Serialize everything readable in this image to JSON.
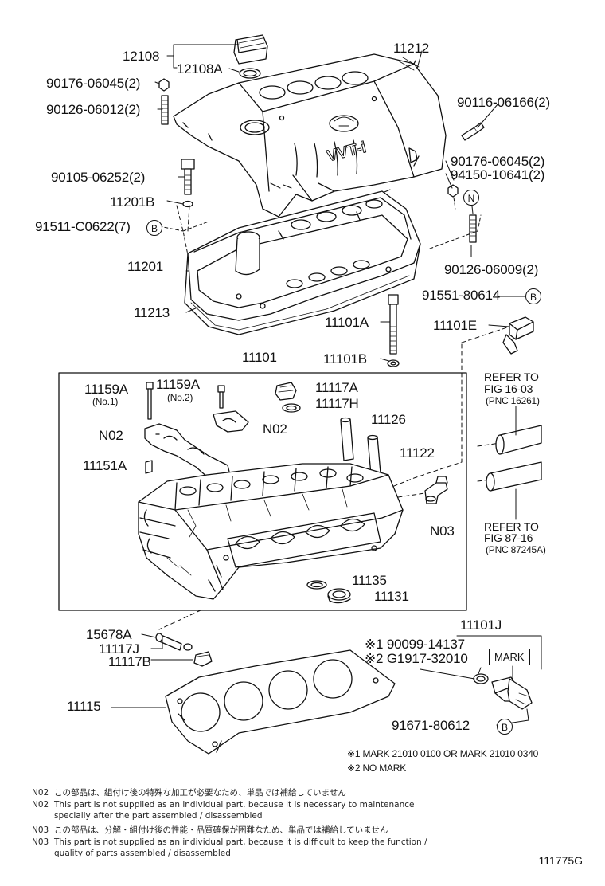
{
  "diagram": {
    "number": "111775G",
    "labels": {
      "p12108": "12108",
      "p12108A": "12108A",
      "p11212": "11212",
      "p90176a": "90176-06045(2)",
      "p90126a": "90126-06012(2)",
      "p90116": "90116-06166(2)",
      "p90176b": "90176-06045(2)",
      "p94150": "94150-10641(2)",
      "p90105": "90105-06252(2)",
      "p11201B": "11201B",
      "p91511": "91511-C0622(7)",
      "p90126b": "90126-06009(2)",
      "p11201": "11201",
      "p91551": "91551-80614",
      "p11213": "11213",
      "p11101A": "11101A",
      "p11101E": "11101E",
      "p11101B": "11101B",
      "p11101": "11101",
      "p11159A1": "11159A",
      "p11159A2": "11159A",
      "no1": "(No.1)",
      "no2": "(No.2)",
      "p11117A": "11117A",
      "p11117H": "11117H",
      "p11126": "11126",
      "n02a": "N02",
      "n02b": "N02",
      "p11151A": "11151A",
      "p11122": "11122",
      "n03": "N03",
      "p11135": "11135",
      "p11131": "11131",
      "p11101J": "11101J",
      "p15678A": "15678A",
      "p11117J": "11117J",
      "p11117B": "11117B",
      "p90099": "※1 90099-14137",
      "pG1917": "※2 G1917-32010",
      "mark": "MARK",
      "p11115": "11115",
      "p91671": "91671-80612",
      "fn1": "※1 MARK 21010 0100 OR MARK 21010 0340",
      "fn2": "※2 NO MARK"
    },
    "circles": {
      "b1": "B",
      "n": "N",
      "b2": "B",
      "b3": "B"
    },
    "refers": {
      "r1_line1": "REFER TO",
      "r1_line2": "FIG 16-03",
      "r1_line3": "(PNC 16261)",
      "r2_line1": "REFER TO",
      "r2_line2": "FIG 87-16",
      "r2_line3": "(PNC 87245A)"
    },
    "notes": [
      {
        "code": "N02",
        "text": "この部品は、組付け後の特殊な加工が必要なため、単品では補給していません"
      },
      {
        "code": "N02",
        "text": "This part is not supplied as an individual part, because it is necessary to maintenance"
      },
      {
        "code": "",
        "text": "specially after the part assembled / disassembled"
      },
      {
        "code": "N03",
        "text": "この部品は、分解・組付け後の性能・品質確保が困難なため、単品では補給していません"
      },
      {
        "code": "N03",
        "text": "This part is not supplied as an individual part, because it is difficult to keep the function /"
      },
      {
        "code": "",
        "text": "quality of parts  assembled / disassembled"
      }
    ]
  }
}
